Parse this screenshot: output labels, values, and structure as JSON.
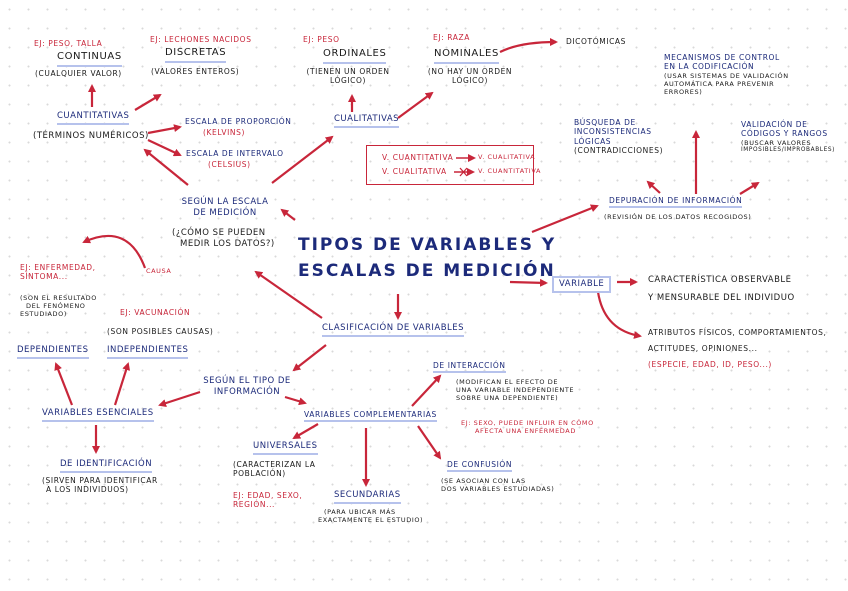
{
  "title": {
    "line1": "TIPOS DE VARIABLES Y",
    "line2": "ESCALAS DE MEDICIÓN"
  },
  "variable": {
    "label": "VARIABLE",
    "def1": "CARACTERÍSTICA OBSERVABLE",
    "def2": "Y MENSURABLE DEL INDIVIDUO",
    "attr1": "ATRIBUTOS FÍSICOS, COMPORTAMIENTOS,",
    "attr2": "ACTITUDES, OPINIONES...",
    "attr_example": "(ESPECIE, EDAD, ID, PESO...)"
  },
  "escala": {
    "node1": "SEGÚN LA ESCALA",
    "node2": "DE MEDICIÓN",
    "note1": "(¿CÓMO SE PUEDEN",
    "note2": "MEDIR LOS DATOS?)",
    "cuantitativas": "CUANTITATIVAS",
    "cuantitativas_note": "(TÉRMINOS NUMÉRICOS)",
    "continuas_ex": "EJ: PESO, TALLA",
    "continuas": "CONTINUAS",
    "continuas_note": "(CUALQUIER VALOR)",
    "discretas_ex": "EJ: LECHONES NACIDOS",
    "discretas": "DISCRETAS",
    "discretas_note": "(VALORES ENTEROS)",
    "proporcion": "ESCALA DE PROPORCIÓN",
    "proporcion_ex": "(KELVINS)",
    "intervalo": "ESCALA DE INTERVALO",
    "intervalo_ex": "(CELSIUS)",
    "cualitativas": "CUALITATIVAS",
    "ordinales_ex": "EJ: PESO",
    "ordinales": "ORDINALES",
    "ordinales_note1": "(TIENEN UN ORDEN",
    "ordinales_note2": "LÓGICO)",
    "nominales_ex": "EJ: RAZA",
    "nominales": "NOMINALES",
    "nominales_note1": "(NO HAY UN ORDEN",
    "nominales_note2": "LÓGICO)",
    "dicotomicas": "DICOTÓMICAS"
  },
  "conversion": {
    "line1_a": "V. CUANTITATIVA",
    "line1_b": "V. CUALITATIVA",
    "line2_a": "V. CUALITATIVA",
    "line2_b": "V. CUANTITATIVA"
  },
  "depuracion": {
    "label": "DEPURACIÓN DE INFORMACIÓN",
    "note": "(REVISIÓN DE LOS DATOS RECOGIDOS)",
    "busqueda1": "BÚSQUEDA DE",
    "busqueda2": "INCONSISTENCIAS",
    "busqueda3": "LÓGICAS",
    "busqueda4": "(CONTRADICCIONES)",
    "mec1": "MECANISMOS DE CONTROL",
    "mec2": "EN LA CODIFICACIÓN",
    "mec3": "(USAR SISTEMAS DE VALIDACIÓN",
    "mec4": "AUTOMÁTICA PARA PREVENIR",
    "mec5": "ERRORES)",
    "val1": "VALIDACIÓN DE",
    "val2": "CÓDIGOS Y RANGOS",
    "val3": "(BUSCAR VALORES",
    "val4": "IMPOSIBLES/IMPROBABLES)"
  },
  "clasificacion": "CLASIFICACIÓN DE VARIABLES",
  "tipo": {
    "line1": "SEGÚN EL TIPO DE",
    "line2": "INFORMACIÓN"
  },
  "esenciales": {
    "label": "VARIABLES ESENCIALES",
    "dep_ex1": "EJ: ENFERMEDAD,",
    "dep_ex2": "SÍNTOMA...",
    "dep_note1": "(SON EL RESULTADO",
    "dep_note2": "DEL FENÓMENO",
    "dep_note3": "ESTUDIADO)",
    "dependientes": "DEPENDIENTES",
    "causa": "CAUSA",
    "ind_ex": "EJ: VACUNACIÓN",
    "ind_note": "(SON POSIBLES CAUSAS)",
    "independientes": "INDEPENDIENTES",
    "ident": "DE IDENTIFICACIÓN",
    "ident_note1": "(SIRVEN PARA IDENTIFICAR",
    "ident_note2": "A LOS INDIVIDUOS)"
  },
  "complementarias": {
    "label": "VARIABLES COMPLEMENTARIAS",
    "universales": "UNIVERSALES",
    "univ_note1": "(CARACTERIZAN LA",
    "univ_note2": "POBLACIÓN)",
    "univ_ex1": "EJ: EDAD, SEXO,",
    "univ_ex2": "REGIÓN...",
    "secundarias": "SECUNDARIAS",
    "sec_note1": "(PARA UBICAR MÁS",
    "sec_note2": "EXACTAMENTE EL ESTUDIO)",
    "interaccion": "DE INTERACCIÓN",
    "int_note1": "(MODIFICAN EL EFECTO DE",
    "int_note2": "UNA VARIABLE INDEPENDIENTE",
    "int_note3": "SOBRE UNA DEPENDIENTE)",
    "int_ex1": "EJ: SEXO, PUEDE INFLUIR EN CÓMO",
    "int_ex2": "AFECTA UNA ENFERMEDAD",
    "confusion": "DE CONFUSIÓN",
    "conf_note1": "(SE ASOCIAN CON LAS",
    "conf_note2": "DOS VARIABLES ESTUDIADAS)"
  },
  "colors": {
    "navy": "#1c2a7a",
    "red": "#c8263a",
    "black": "#1a1a1a",
    "highlight": "#b6c2ec"
  }
}
